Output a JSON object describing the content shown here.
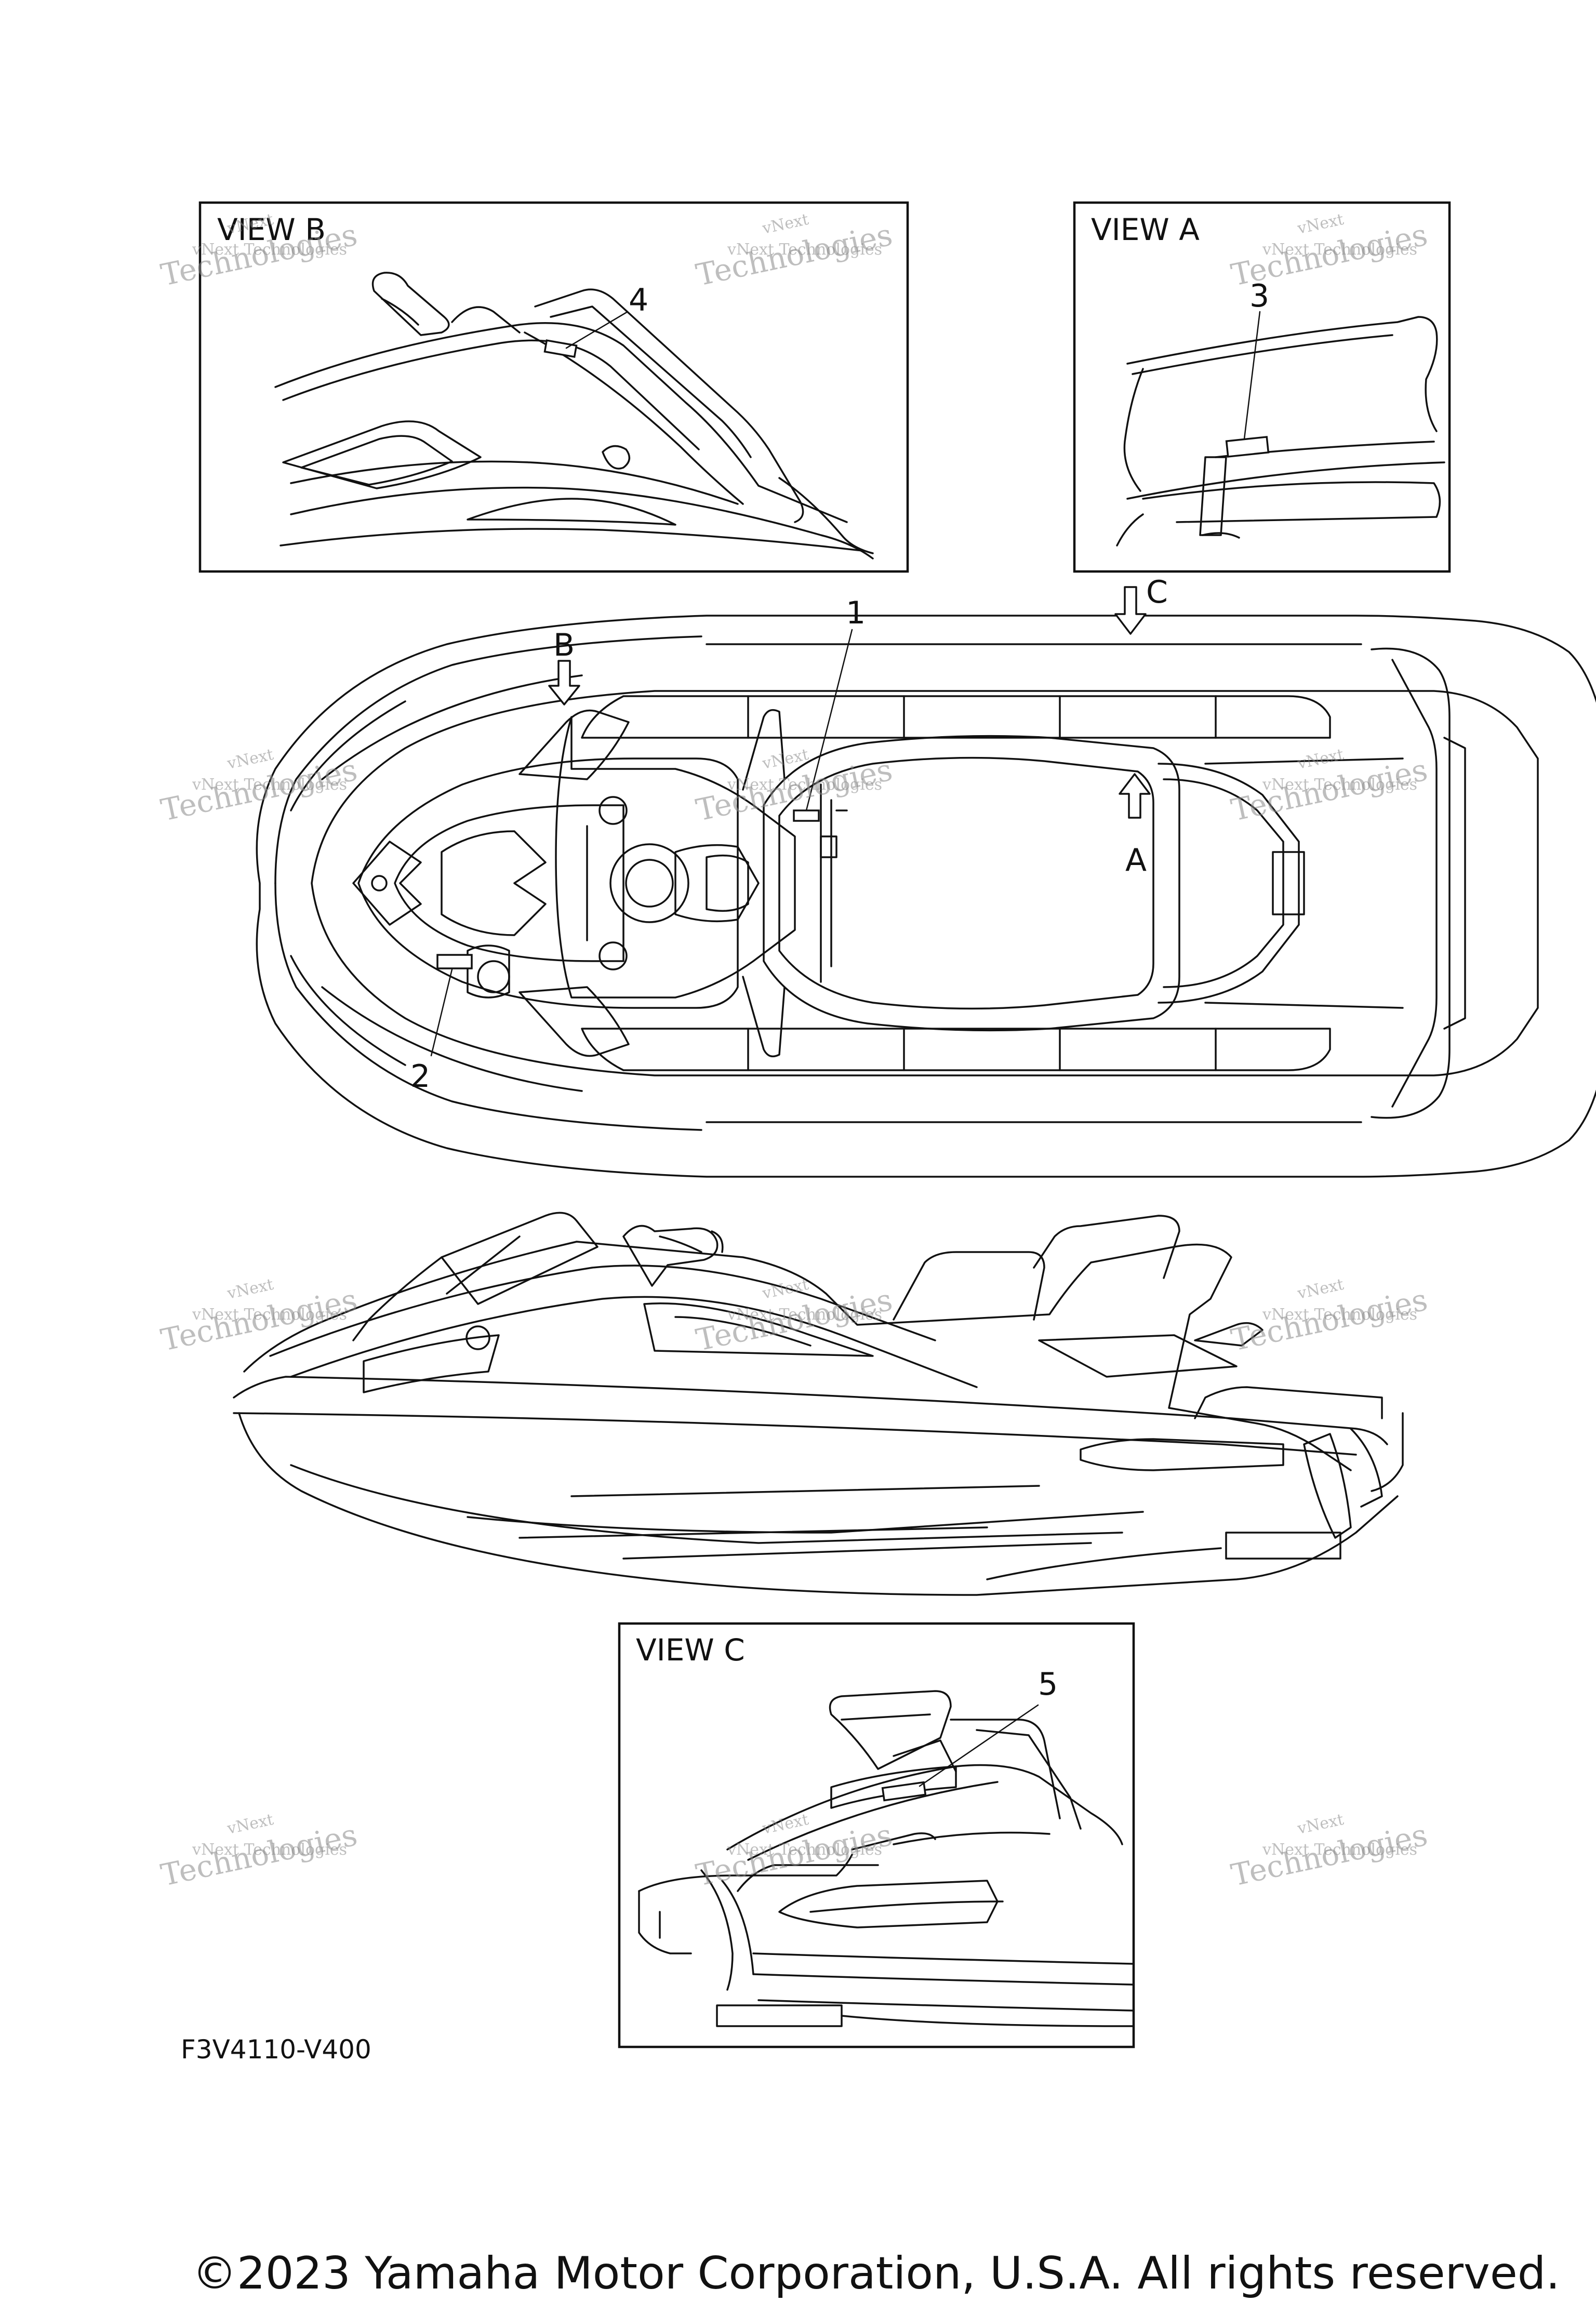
{
  "views": {
    "view_b": "VIEW B",
    "view_a": "VIEW A",
    "view_c": "VIEW C"
  },
  "callouts": {
    "c1": "1",
    "c2": "2",
    "c3": "3",
    "c4": "4",
    "c5": "5",
    "arrow_a": "A",
    "arrow_b": "B",
    "arrow_c": "C"
  },
  "part_code": "F3V4110-V400",
  "copyright": "©2023 Yamaha Motor Corporation, U.S.A. All rights reserved.",
  "watermark": {
    "line_small_1": "vNext",
    "line_small_2": "vNext Technologies",
    "line_big": "Technologies"
  }
}
